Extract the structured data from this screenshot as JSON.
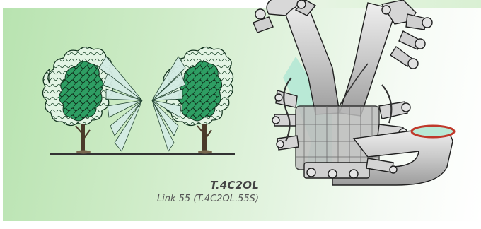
{
  "caption": {
    "code": "T.4C2OL",
    "link": "Link 55 (T.4C2OL.55S)"
  },
  "illustrations": {
    "left": "two-trees-with-sensor-cones",
    "right": "pipe-manifold-assembly"
  },
  "colors": {
    "panel": "#c8e9c0",
    "tree_foliage": "#2e9e63",
    "tree_outline": "#10301c",
    "canopy_light": "#dff2e2",
    "cone_fill": "#d4ece4",
    "pipe_fill": "#d6d6d6",
    "pipe_fluid": "#b9e9d6",
    "pipe_rim": "#c0392b"
  }
}
